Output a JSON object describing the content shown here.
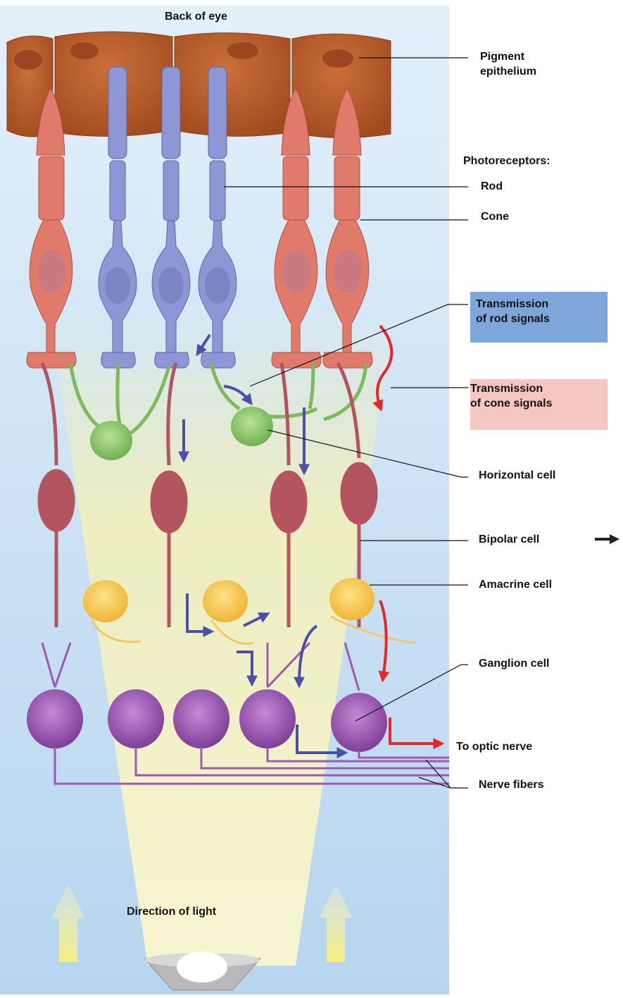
{
  "title": "Back of eye",
  "labels": {
    "pigment": "Pigment\nepithelium",
    "photoreceptors": "Photoreceptors:",
    "rod": "Rod",
    "cone": "Cone",
    "rod_signals": "Transmission\nof rod signals",
    "cone_signals": "Transmission\nof cone signals",
    "horizontal": "Horizontal cell",
    "bipolar": "Bipolar cell",
    "amacrine": "Amacrine cell",
    "ganglion": "Ganglion cell",
    "optic_nerve": "To optic nerve",
    "nerve_fibers": "Nerve fibers",
    "light": "Direction of light"
  },
  "colors": {
    "background": "#c9e2f4",
    "light_cone": "#f8f3b8",
    "rod_signal_box": "#7ea6da",
    "cone_signal_box": "#f6c7c0",
    "pigment": "#b85d2a",
    "rod_cell": "#8f96d6",
    "cone_cell": "#e07a6a",
    "horizontal_cell": "#8dc96b",
    "bipolar_cell": "#b4545e",
    "amacrine_cell": "#f7c956",
    "ganglion_cell": "#9b5ab0",
    "rod_arrow": "#4a4fa8",
    "cone_arrow": "#e8262a"
  },
  "icons": {
    "light_source": "lamp-icon",
    "light_arrows": "up-arrow-icon",
    "output_arrow": "right-arrow-icon"
  }
}
